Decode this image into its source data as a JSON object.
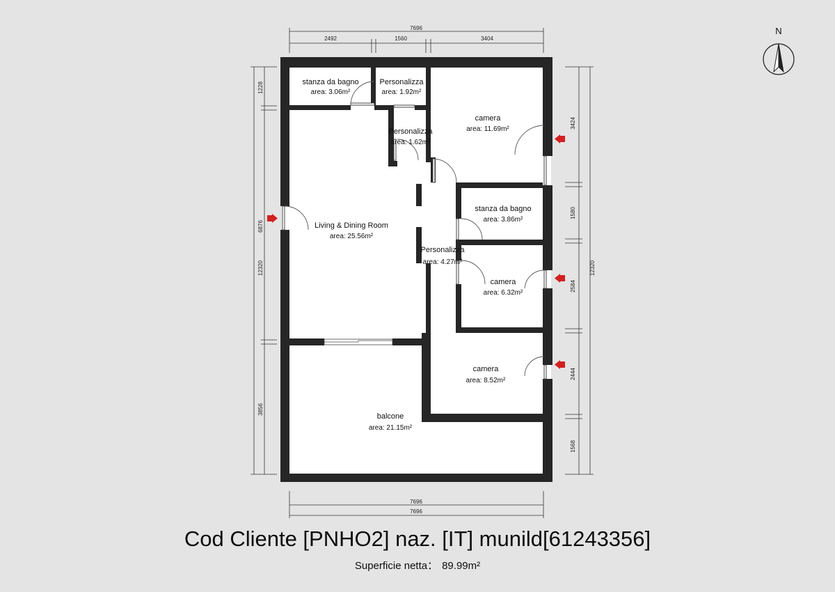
{
  "compass": {
    "label": "N"
  },
  "rooms": [
    {
      "name": "stanza da bagno",
      "area": "area: 3.06m²"
    },
    {
      "name": "Personalizza",
      "area": "area: 1.92m²"
    },
    {
      "name": "Personalizza",
      "area": "area: 1.62m²"
    },
    {
      "name": "camera",
      "area": "area: 11.69m²"
    },
    {
      "name": "Living & Dining Room",
      "area": "area: 25.56m²"
    },
    {
      "name": "stanza da bagno",
      "area": "area: 3.86m²"
    },
    {
      "name": "Personalizza",
      "area": "area: 4.27m²"
    },
    {
      "name": "camera",
      "area": "area: 6.32m²"
    },
    {
      "name": "camera",
      "area": "area: 8.52m²"
    },
    {
      "name": "balcone",
      "area": "area: 21.15m²"
    }
  ],
  "dimensions": {
    "top_total": "7696",
    "top_segments": [
      "2492",
      "1560",
      "3404"
    ],
    "bottom_total_1": "7696",
    "bottom_total_2": "7696",
    "left_total": "12320",
    "left_segments": [
      "1228",
      "6876",
      "3856"
    ],
    "right_total": "12320",
    "right_segments": [
      "3424",
      "1580",
      "2584",
      "2444",
      "1568"
    ]
  },
  "footer": {
    "title": "Cod Cliente [PNHO2] naz. [IT] munild[61243356]",
    "subtitle_label": "Superficie netta：",
    "subtitle_value": "89.99m²"
  },
  "colors": {
    "background": "#e4e4e4",
    "walls": "#262626",
    "entry_arrows": "#d42020",
    "floor": "#ffffff"
  }
}
